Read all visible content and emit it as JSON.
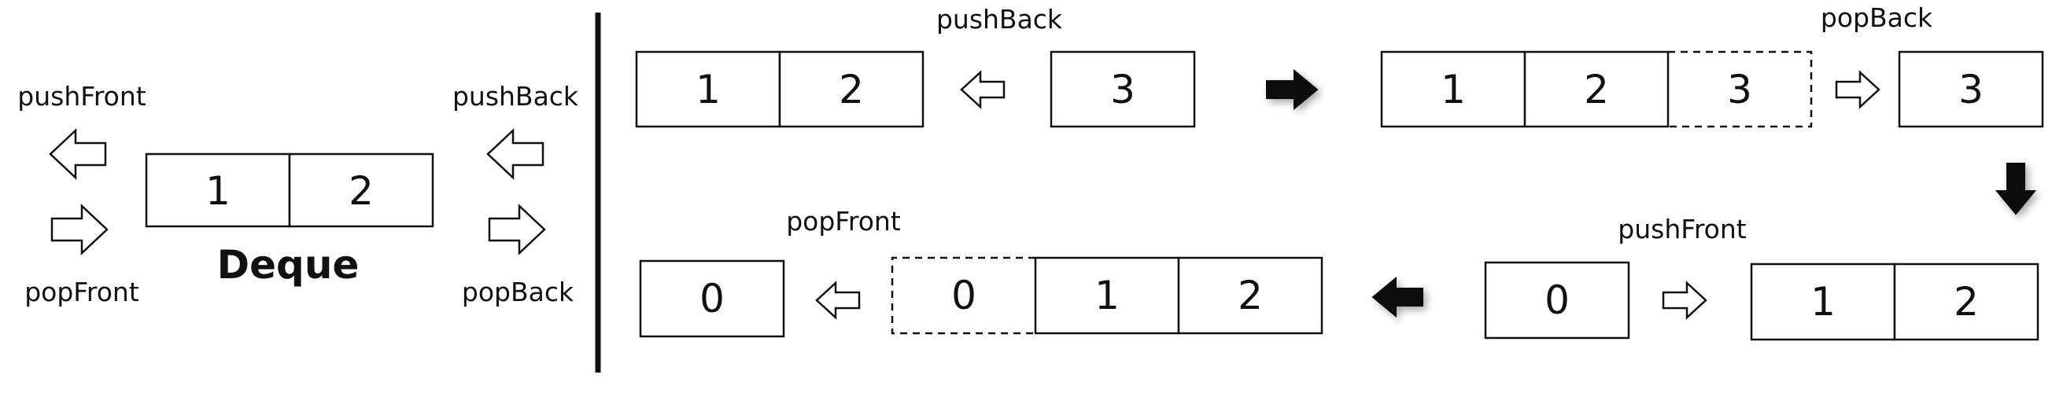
{
  "deque": {
    "title": "Deque",
    "cells": [
      "1",
      "2"
    ],
    "labels": {
      "push_front": "pushFront",
      "pop_front": "popFront",
      "push_back": "pushBack",
      "pop_back": "popBack"
    }
  },
  "steps": {
    "push_back": {
      "label": "pushBack",
      "queue": [
        "1",
        "2"
      ],
      "incoming": "3"
    },
    "pop_back": {
      "label": "popBack",
      "queue": [
        "1",
        "2"
      ],
      "removed": "3",
      "outgoing": "3"
    },
    "push_front": {
      "label": "pushFront",
      "incoming": "0",
      "queue": [
        "1",
        "2"
      ]
    },
    "pop_front": {
      "label": "popFront",
      "outgoing": "0",
      "removed": "0",
      "queue": [
        "1",
        "2"
      ]
    }
  },
  "icons": {
    "hollow_arrow": "hollow-arrow-icon",
    "solid_arrow": "solid-arrow-icon"
  },
  "colors": {
    "stroke": "#111111",
    "solid_arrow": "#111111",
    "background": "#ffffff"
  }
}
